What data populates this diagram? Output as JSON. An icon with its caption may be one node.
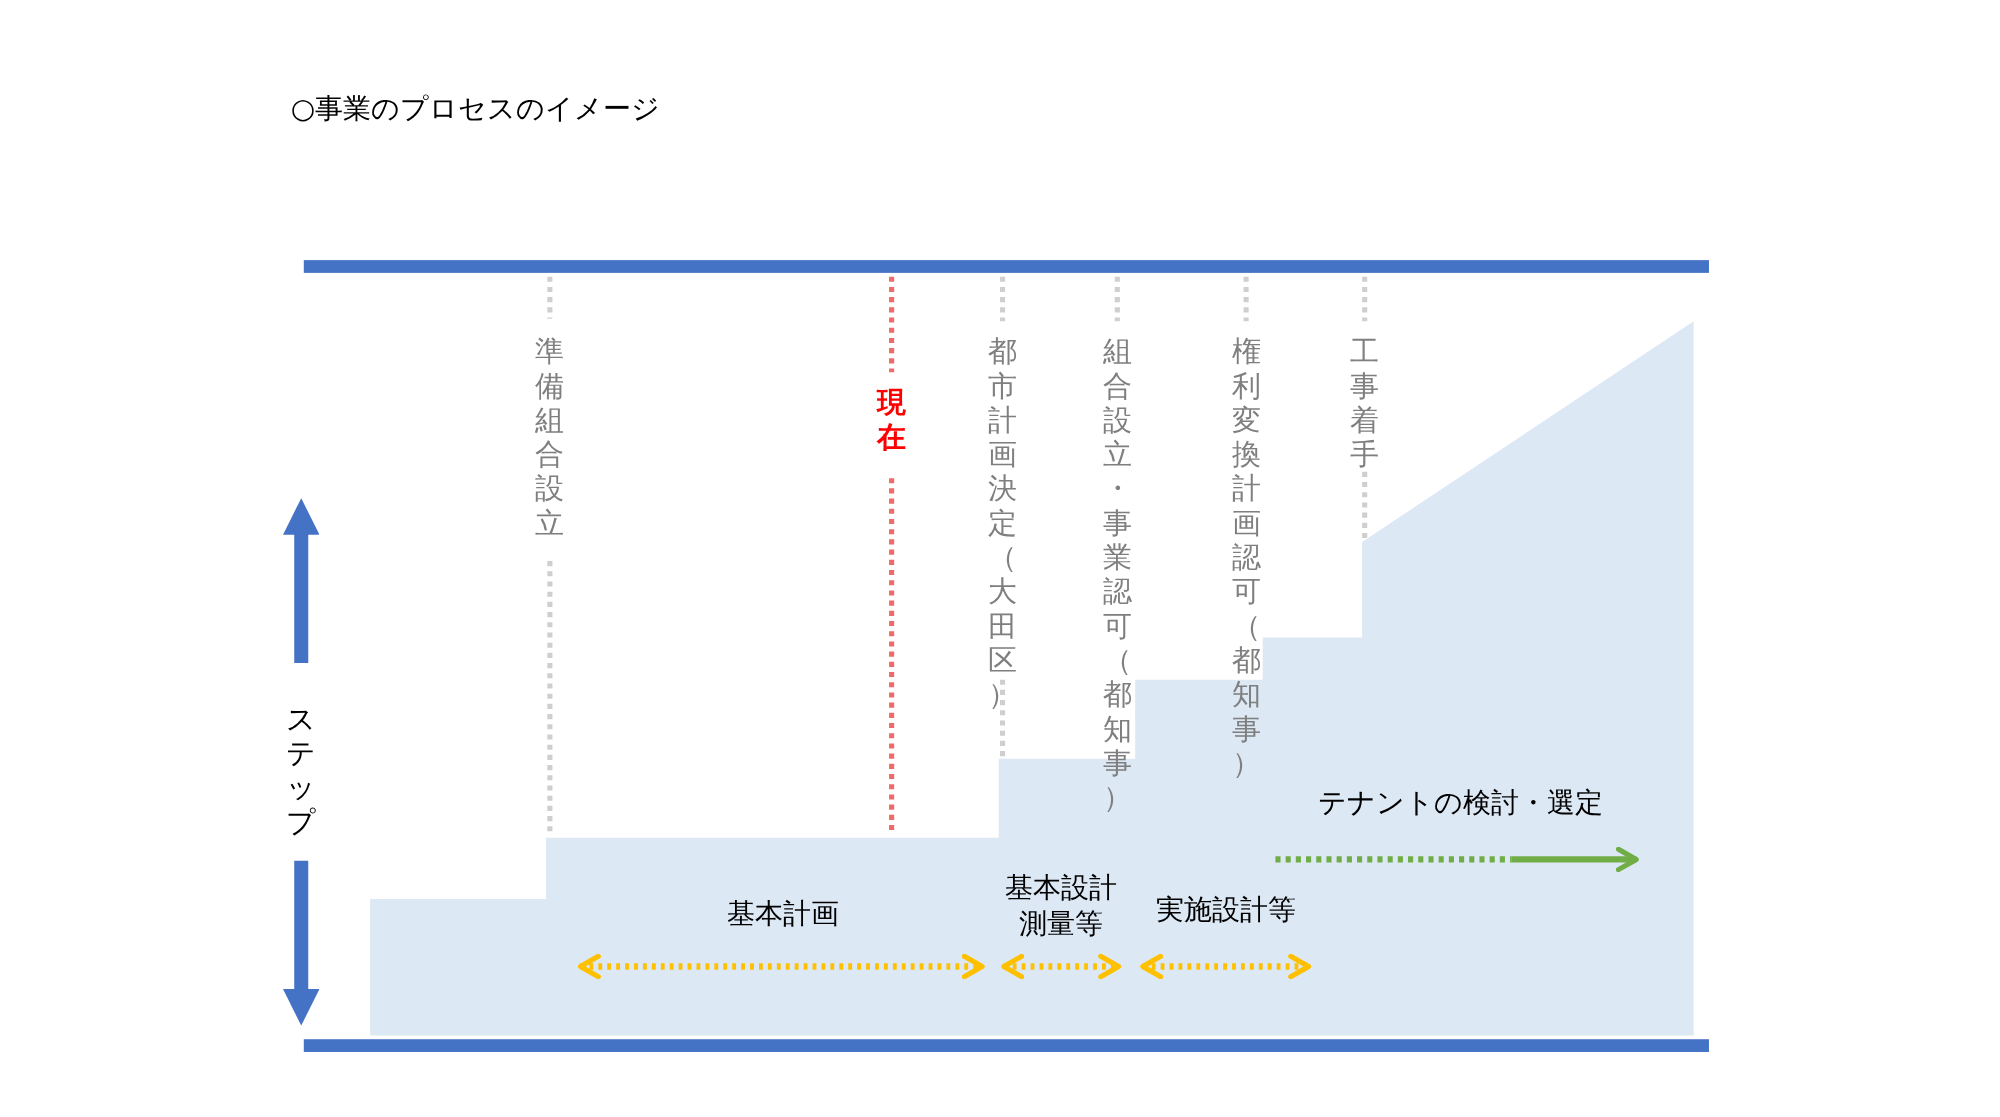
{
  "diagram": {
    "title": "○事業のプロセスのイメージ",
    "labels": [
      "準備組合設立",
      "現在",
      "都市計画決定（大田区）",
      "組合設立・事業認可（都知事）",
      "権利変換計画認可（都知事）",
      "工事着手",
      "ステップ",
      "テナントの検討・選定",
      "基本設計測量等",
      "基本計画",
      "実施設計等"
    ]
  }
}
